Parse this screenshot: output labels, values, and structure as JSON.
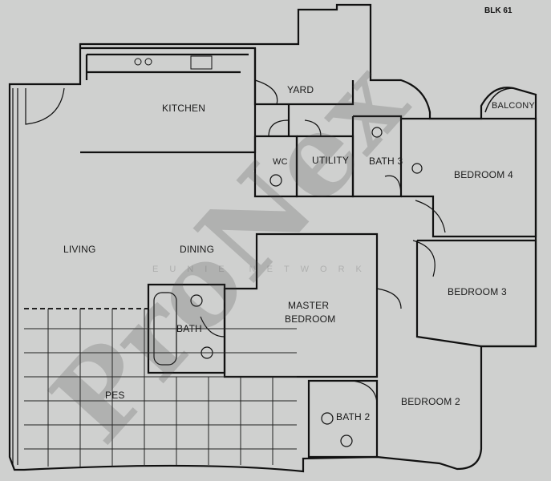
{
  "block_label": "BLK 61",
  "watermark": {
    "brand": "ProNex",
    "tagline": "EUNIE NETWORK"
  },
  "rooms": {
    "kitchen": "KITCHEN",
    "yard": "YARD",
    "wc": "WC",
    "utility": "UTILITY",
    "bath3": "BATH 3",
    "bedroom4": "BEDROOM 4",
    "balcony": "BALCONY",
    "living": "LIVING",
    "dining": "DINING",
    "bath": "BATH",
    "master_bedroom_line1": "MASTER",
    "master_bedroom_line2": "BEDROOM",
    "bedroom3": "BEDROOM 3",
    "bedroom2": "BEDROOM 2",
    "bath2": "BATH 2",
    "pes": "PES"
  }
}
